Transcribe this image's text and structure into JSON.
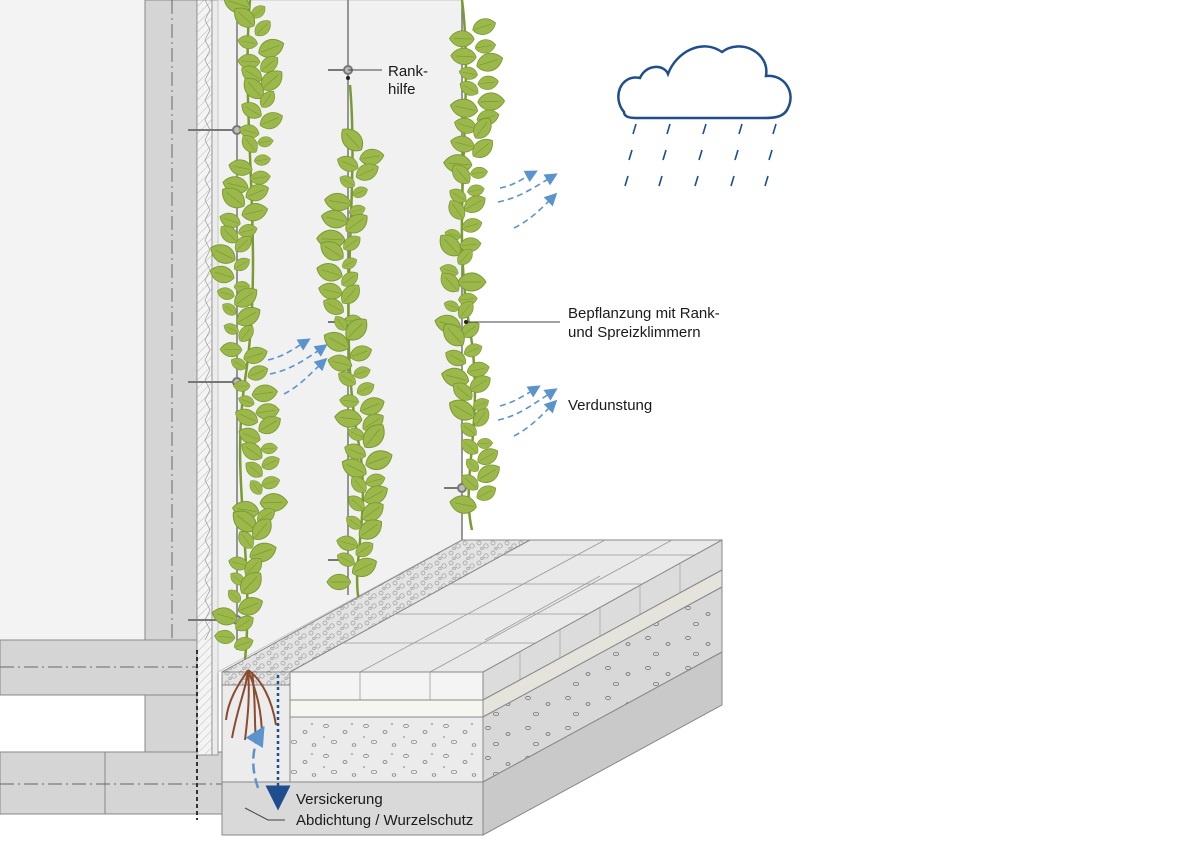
{
  "labels": {
    "rank_line1": "Rank-",
    "rank_line2": "hilfe",
    "bepflanzung_line1": "Bepflanzung mit Rank-",
    "bepflanzung_line2": "und Spreizklimmern",
    "verdunstung": "Verdunstung",
    "versickerung": "Versickerung",
    "abdichtung": "Abdichtung / Wurzelschutz"
  },
  "colors": {
    "leaf": "#9cb84a",
    "leaf_dark": "#7a9a32",
    "wall": "#d4d4d4",
    "facade": "#f1f1f1",
    "paving": "#e6e6e6",
    "water_arrow": "#5b93cc",
    "cloud_outline": "#1f4e8f",
    "root": "#8a4b2e"
  }
}
